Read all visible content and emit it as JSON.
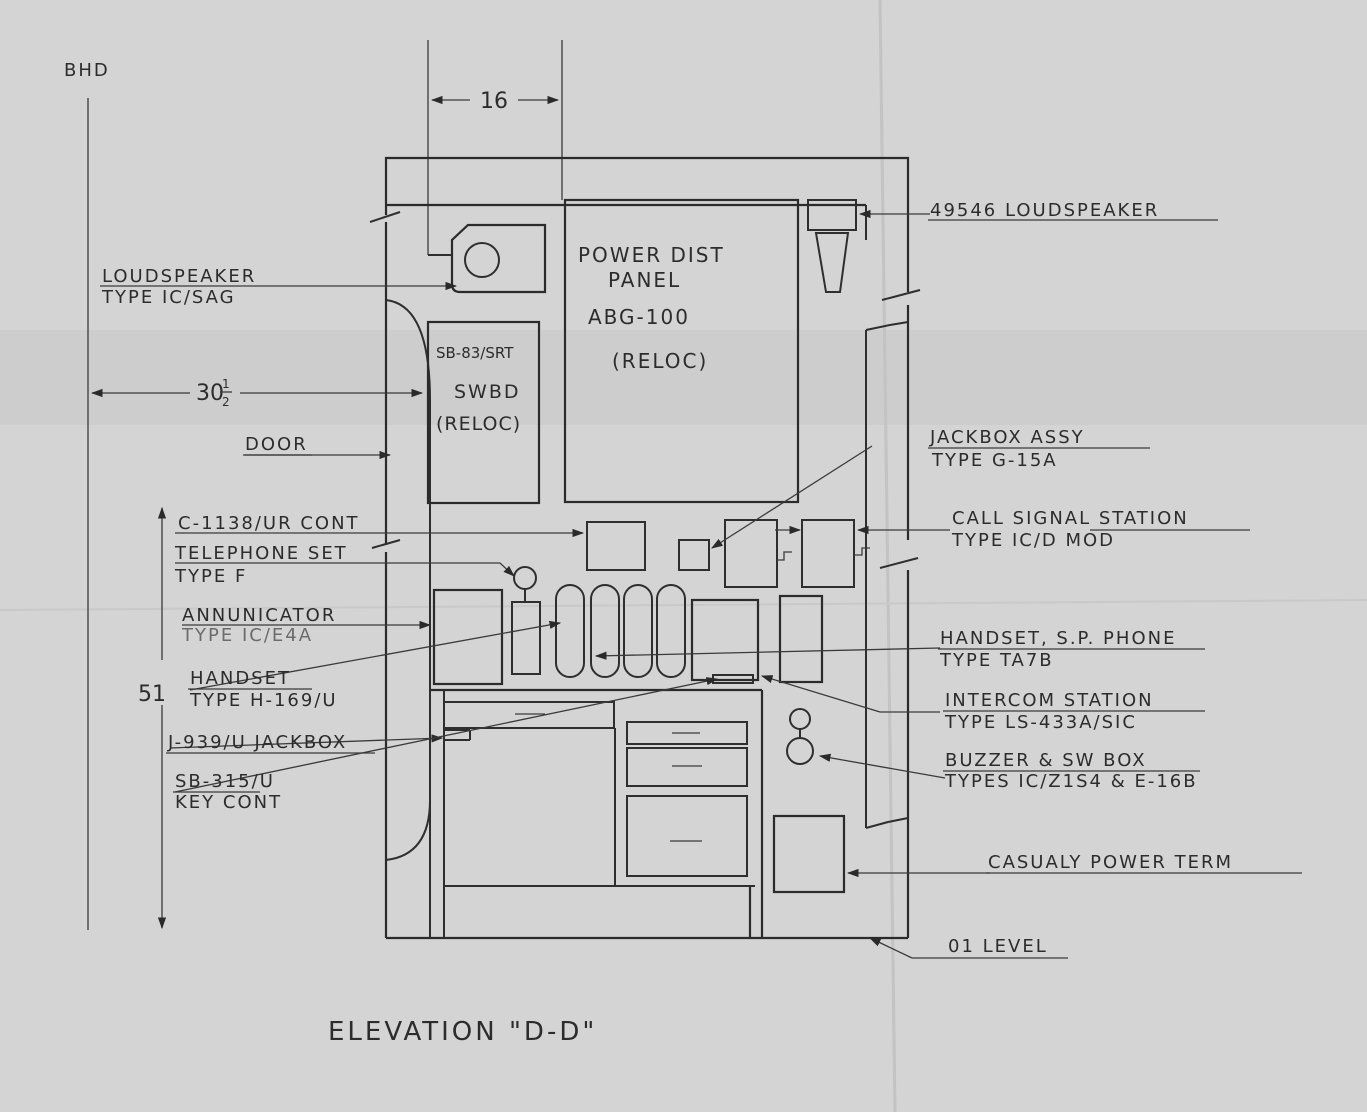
{
  "drawing": {
    "bhd": "BHD",
    "dim_16": "16",
    "dim_30": "30",
    "dim_30_frac": "1",
    "dim_30_den": "2",
    "dim_51": "51",
    "title": "ELEVATION \"D-D\""
  },
  "components": {
    "power_panel": [
      "POWER DIST",
      "PANEL",
      "ABG-100",
      "(RELOC)"
    ],
    "switchboard": [
      "SB-83/SRT",
      "SWBD",
      "(RELOC)"
    ]
  },
  "labels": {
    "loudspeaker_49546": "49546 LOUDSPEAKER",
    "loudspeaker_1": "LOUDSPEAKER",
    "loudspeaker_2": "TYPE IC/SAG",
    "door": "DOOR",
    "c1138": "C-1138/UR CONT",
    "telephone_1": "TELEPHONE SET",
    "telephone_2": "TYPE F",
    "annunciator_1": "ANNUNICATOR",
    "annunciator_2": "TYPE IC/E4A",
    "handset_1": "HANDSET",
    "handset_2": "TYPE H-169/U",
    "j939": "J-939/U JACKBOX",
    "sb315_1": "SB-315/U",
    "sb315_2": "KEY CONT",
    "jackbox_1": "JACKBOX ASSY",
    "jackbox_2": "TYPE G-15A",
    "callsignal_1": "CALL SIGNAL STATION",
    "callsignal_2": "TYPE IC/D MOD",
    "handset_sp_1": "HANDSET, S.P. PHONE",
    "handset_sp_2": "TYPE TA7B",
    "intercom_1": "INTERCOM STATION",
    "intercom_2": "TYPE LS-433A/SIC",
    "buzzer_1": "BUZZER & SW BOX",
    "buzzer_2": "TYPES IC/Z1S4 & E-16B",
    "casualty": "CASUALY POWER TERM",
    "level": "01 LEVEL"
  }
}
